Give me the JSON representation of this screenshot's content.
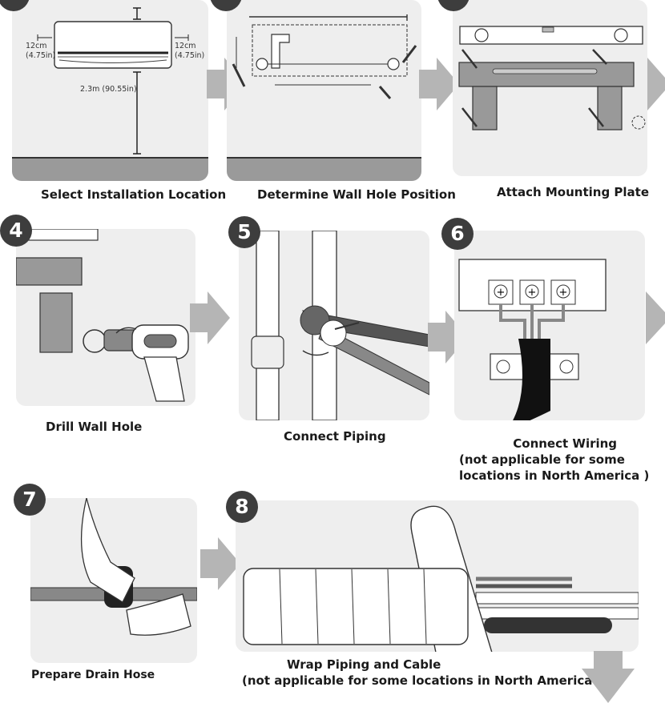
{
  "steps": [
    {
      "number": "",
      "caption": "Select Installation Location"
    },
    {
      "number": "",
      "caption": "Determine Wall Hole Position"
    },
    {
      "number": "",
      "caption": "Attach Mounting Plate"
    },
    {
      "number": "4",
      "caption": "Drill Wall Hole"
    },
    {
      "number": "5",
      "caption": "Connect Piping"
    },
    {
      "number": "6",
      "caption": "Connect Wiring",
      "note": "(not applicable for some",
      "note2": "locations in North America )"
    },
    {
      "number": "7",
      "caption": "Prepare Drain Hose"
    },
    {
      "number": "8",
      "caption": "Wrap Piping and Cable",
      "note": "(not applicable for some locations in North America )"
    }
  ],
  "dimensions": {
    "left_clearance": "12cm",
    "left_clearance_in": "(4.75in)",
    "right_clearance": "12cm",
    "right_clearance_in": "(4.75in)",
    "floor_height": "2.3m (90.55in)"
  },
  "colors": {
    "panel": "#eeeeee",
    "arrow": "#b5b5b5",
    "badge": "#3d3d3d",
    "floor": "#9a9a9a"
  }
}
